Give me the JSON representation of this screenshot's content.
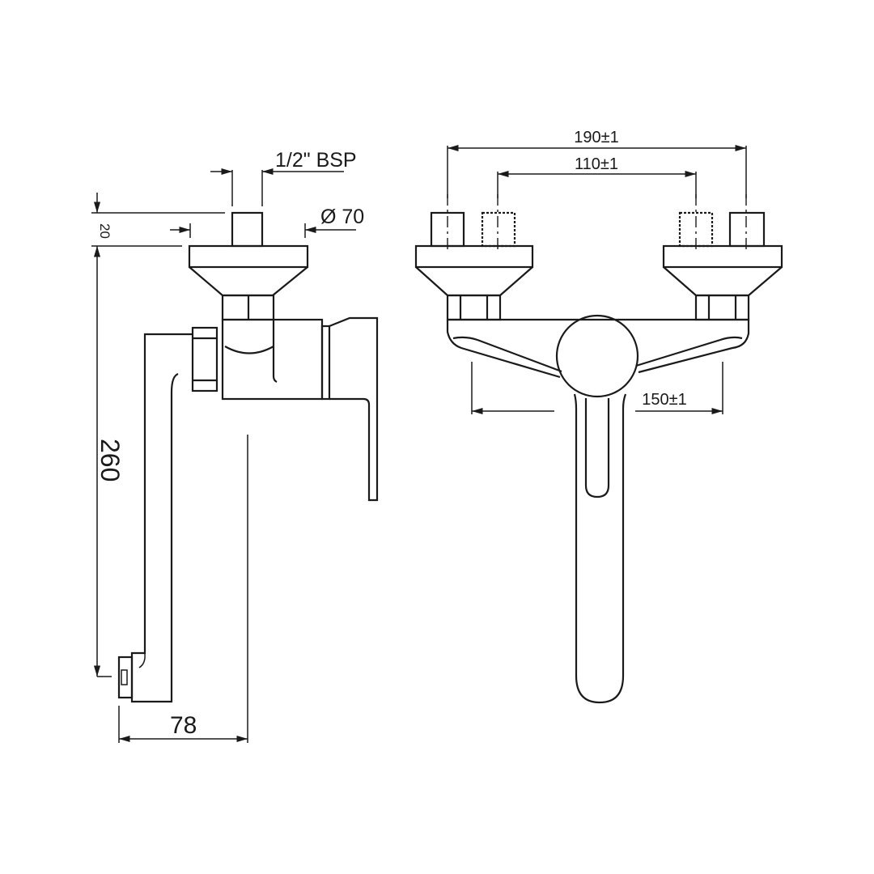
{
  "side_view": {
    "dim_pipe_thread": "1/2\" BSP",
    "dim_flange_diameter": "Ø 70",
    "dim_stub_height": "20",
    "dim_height": "260",
    "dim_projection": "78"
  },
  "front_view": {
    "dim_outer_centers": "190±1",
    "dim_inner_centers": "110±1",
    "dim_spout_width": "150±1"
  },
  "colors": {
    "line": "#1a1a1a",
    "background": "#ffffff"
  }
}
